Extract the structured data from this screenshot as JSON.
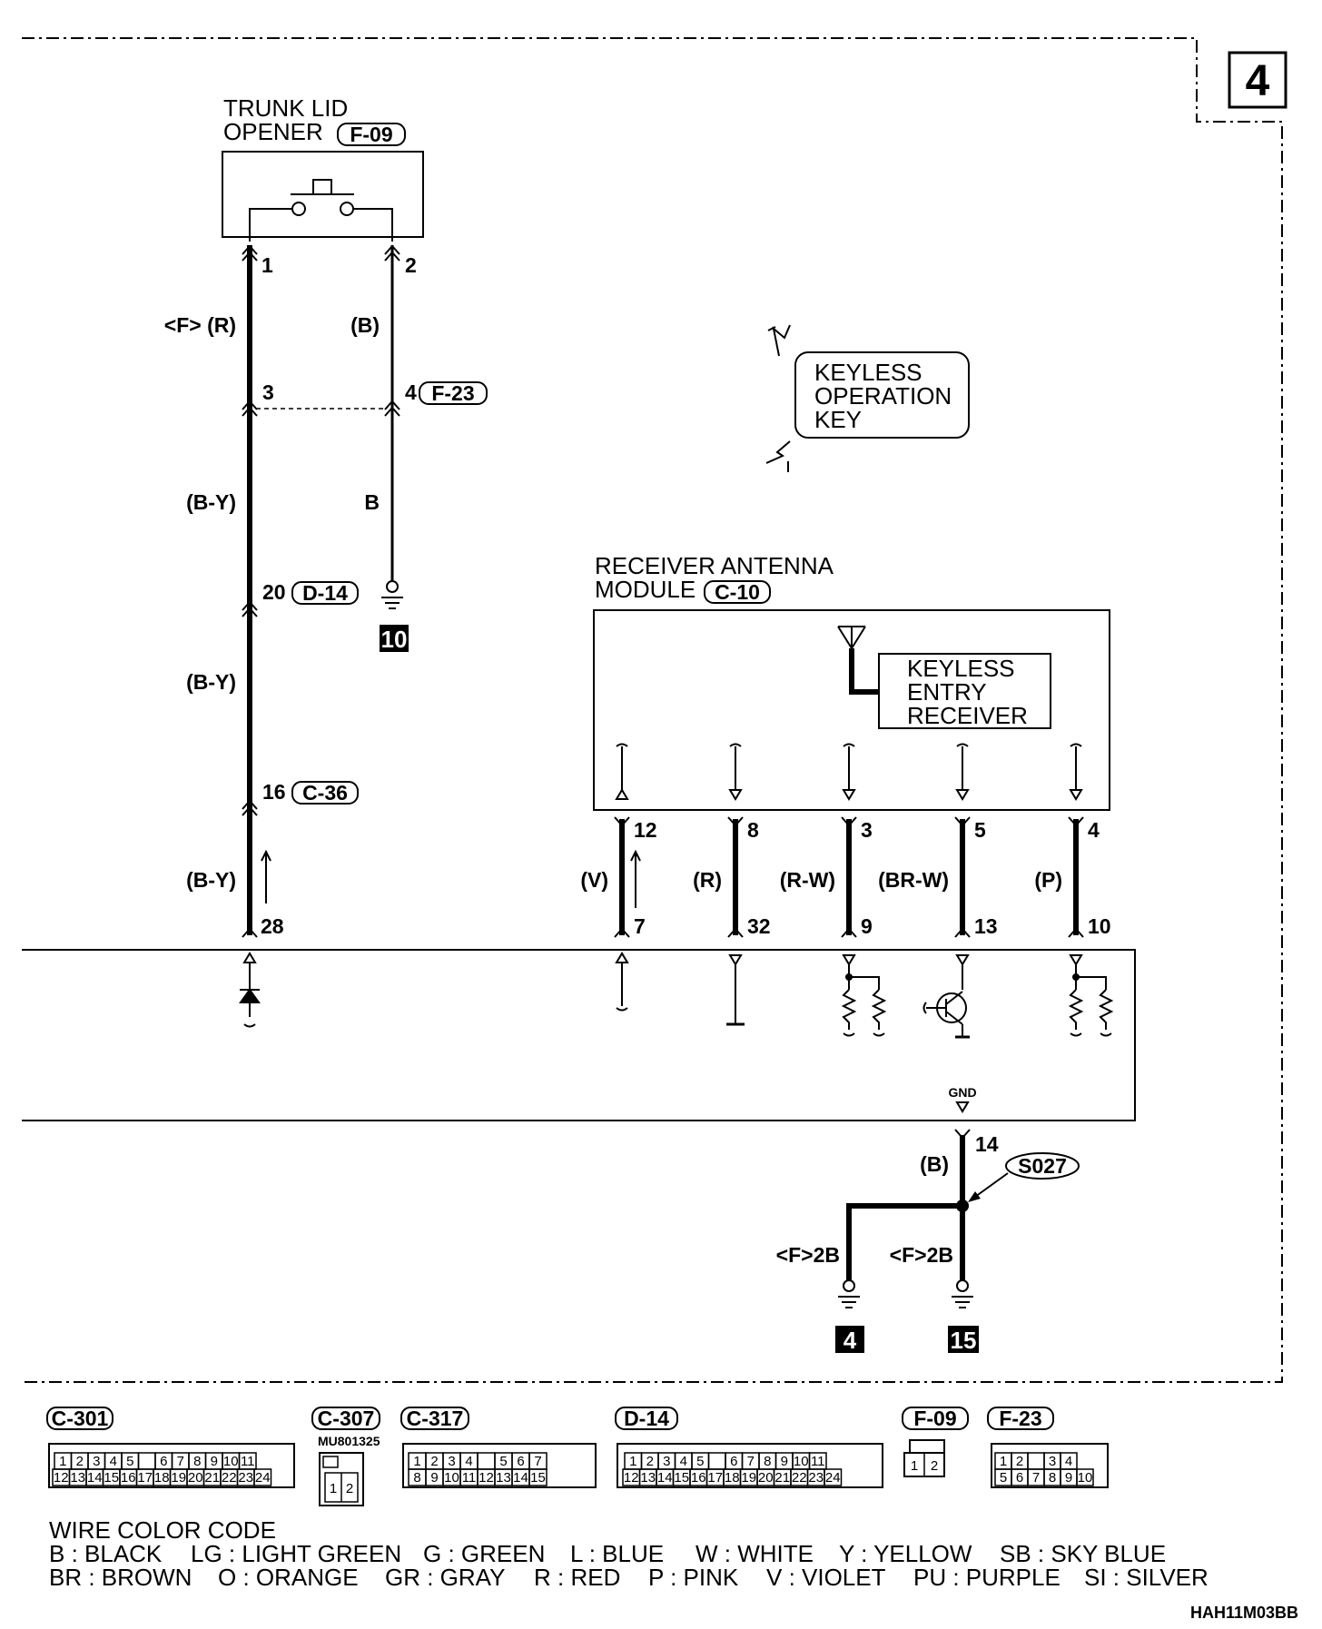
{
  "page_number": "4",
  "trunk_lid_opener": {
    "title_line1": "TRUNK LID",
    "title_line2": "OPENER",
    "connector": "F-09",
    "pin1": "1",
    "pin2": "2"
  },
  "wires": {
    "left_top_label": "<F> (R)",
    "right_top_label": "(B)",
    "pin3": "3",
    "pin4": "4",
    "f23": "F-23",
    "left_by_1": "(B-Y)",
    "b_label": "B",
    "pin20": "20",
    "d14": "D-14",
    "ground_10": "10",
    "left_by_2": "(B-Y)",
    "pin16": "16",
    "c36": "C-36",
    "left_by_3": "(B-Y)",
    "pin28": "28"
  },
  "keyless_key": {
    "line1": "KEYLESS",
    "line2": "OPERATION",
    "line3": "KEY"
  },
  "receiver": {
    "title_line1": "RECEIVER ANTENNA",
    "title_line2": "MODULE",
    "connector": "C-10",
    "inner_line1": "KEYLESS",
    "inner_line2": "ENTRY",
    "inner_line3": "RECEIVER"
  },
  "receiver_wires": [
    {
      "top_pin": "12",
      "color": "(V)",
      "bottom_pin": "7"
    },
    {
      "top_pin": "8",
      "color": "(R)",
      "bottom_pin": "32"
    },
    {
      "top_pin": "3",
      "color": "(R-W)",
      "bottom_pin": "9"
    },
    {
      "top_pin": "5",
      "color": "(BR-W)",
      "bottom_pin": "13"
    },
    {
      "top_pin": "4",
      "color": "(P)",
      "bottom_pin": "10"
    }
  ],
  "ground_section": {
    "gnd": "GND",
    "pin14": "14",
    "wire": "(B)",
    "splice": "S027",
    "left_label": "<F>2B",
    "right_label": "<F>2B",
    "ground_left": "4",
    "ground_right": "15"
  },
  "connectors": [
    {
      "name": "C-301",
      "row1": [
        "1",
        "2",
        "3",
        "4",
        "5",
        "",
        "6",
        "7",
        "8",
        "9",
        "10",
        "11"
      ],
      "row2": [
        "12",
        "13",
        "14",
        "15",
        "16",
        "17",
        "18",
        "19",
        "20",
        "21",
        "22",
        "23",
        "24"
      ]
    },
    {
      "name": "C-307",
      "part": "MU801325",
      "pins": [
        "1",
        "2"
      ]
    },
    {
      "name": "C-317",
      "row1": [
        "1",
        "2",
        "3",
        "4",
        "",
        "5",
        "6",
        "7"
      ],
      "row2": [
        "8",
        "9",
        "10",
        "11",
        "12",
        "13",
        "14",
        "15"
      ]
    },
    {
      "name": "D-14",
      "row1": [
        "1",
        "2",
        "3",
        "4",
        "5",
        "",
        "6",
        "7",
        "8",
        "9",
        "10",
        "11"
      ],
      "row2": [
        "12",
        "13",
        "14",
        "15",
        "16",
        "17",
        "18",
        "19",
        "20",
        "21",
        "22",
        "23",
        "24"
      ]
    },
    {
      "name": "F-09",
      "pins": [
        "1",
        "2"
      ]
    },
    {
      "name": "F-23",
      "row1": [
        "1",
        "2",
        "",
        "3",
        "4"
      ],
      "row2": [
        "5",
        "6",
        "7",
        "8",
        "9",
        "10"
      ]
    }
  ],
  "legend": {
    "title": "WIRE COLOR CODE",
    "row1": [
      "B : BLACK",
      "LG : LIGHT GREEN",
      "G : GREEN",
      "L : BLUE",
      "W : WHITE",
      "Y : YELLOW",
      "SB : SKY BLUE"
    ],
    "row2": [
      "BR : BROWN",
      "O : ORANGE",
      "GR : GRAY",
      "R : RED",
      "P : PINK",
      "V : VIOLET",
      "PU : PURPLE",
      "SI : SILVER"
    ]
  },
  "figure_code": "HAH11M03BB"
}
